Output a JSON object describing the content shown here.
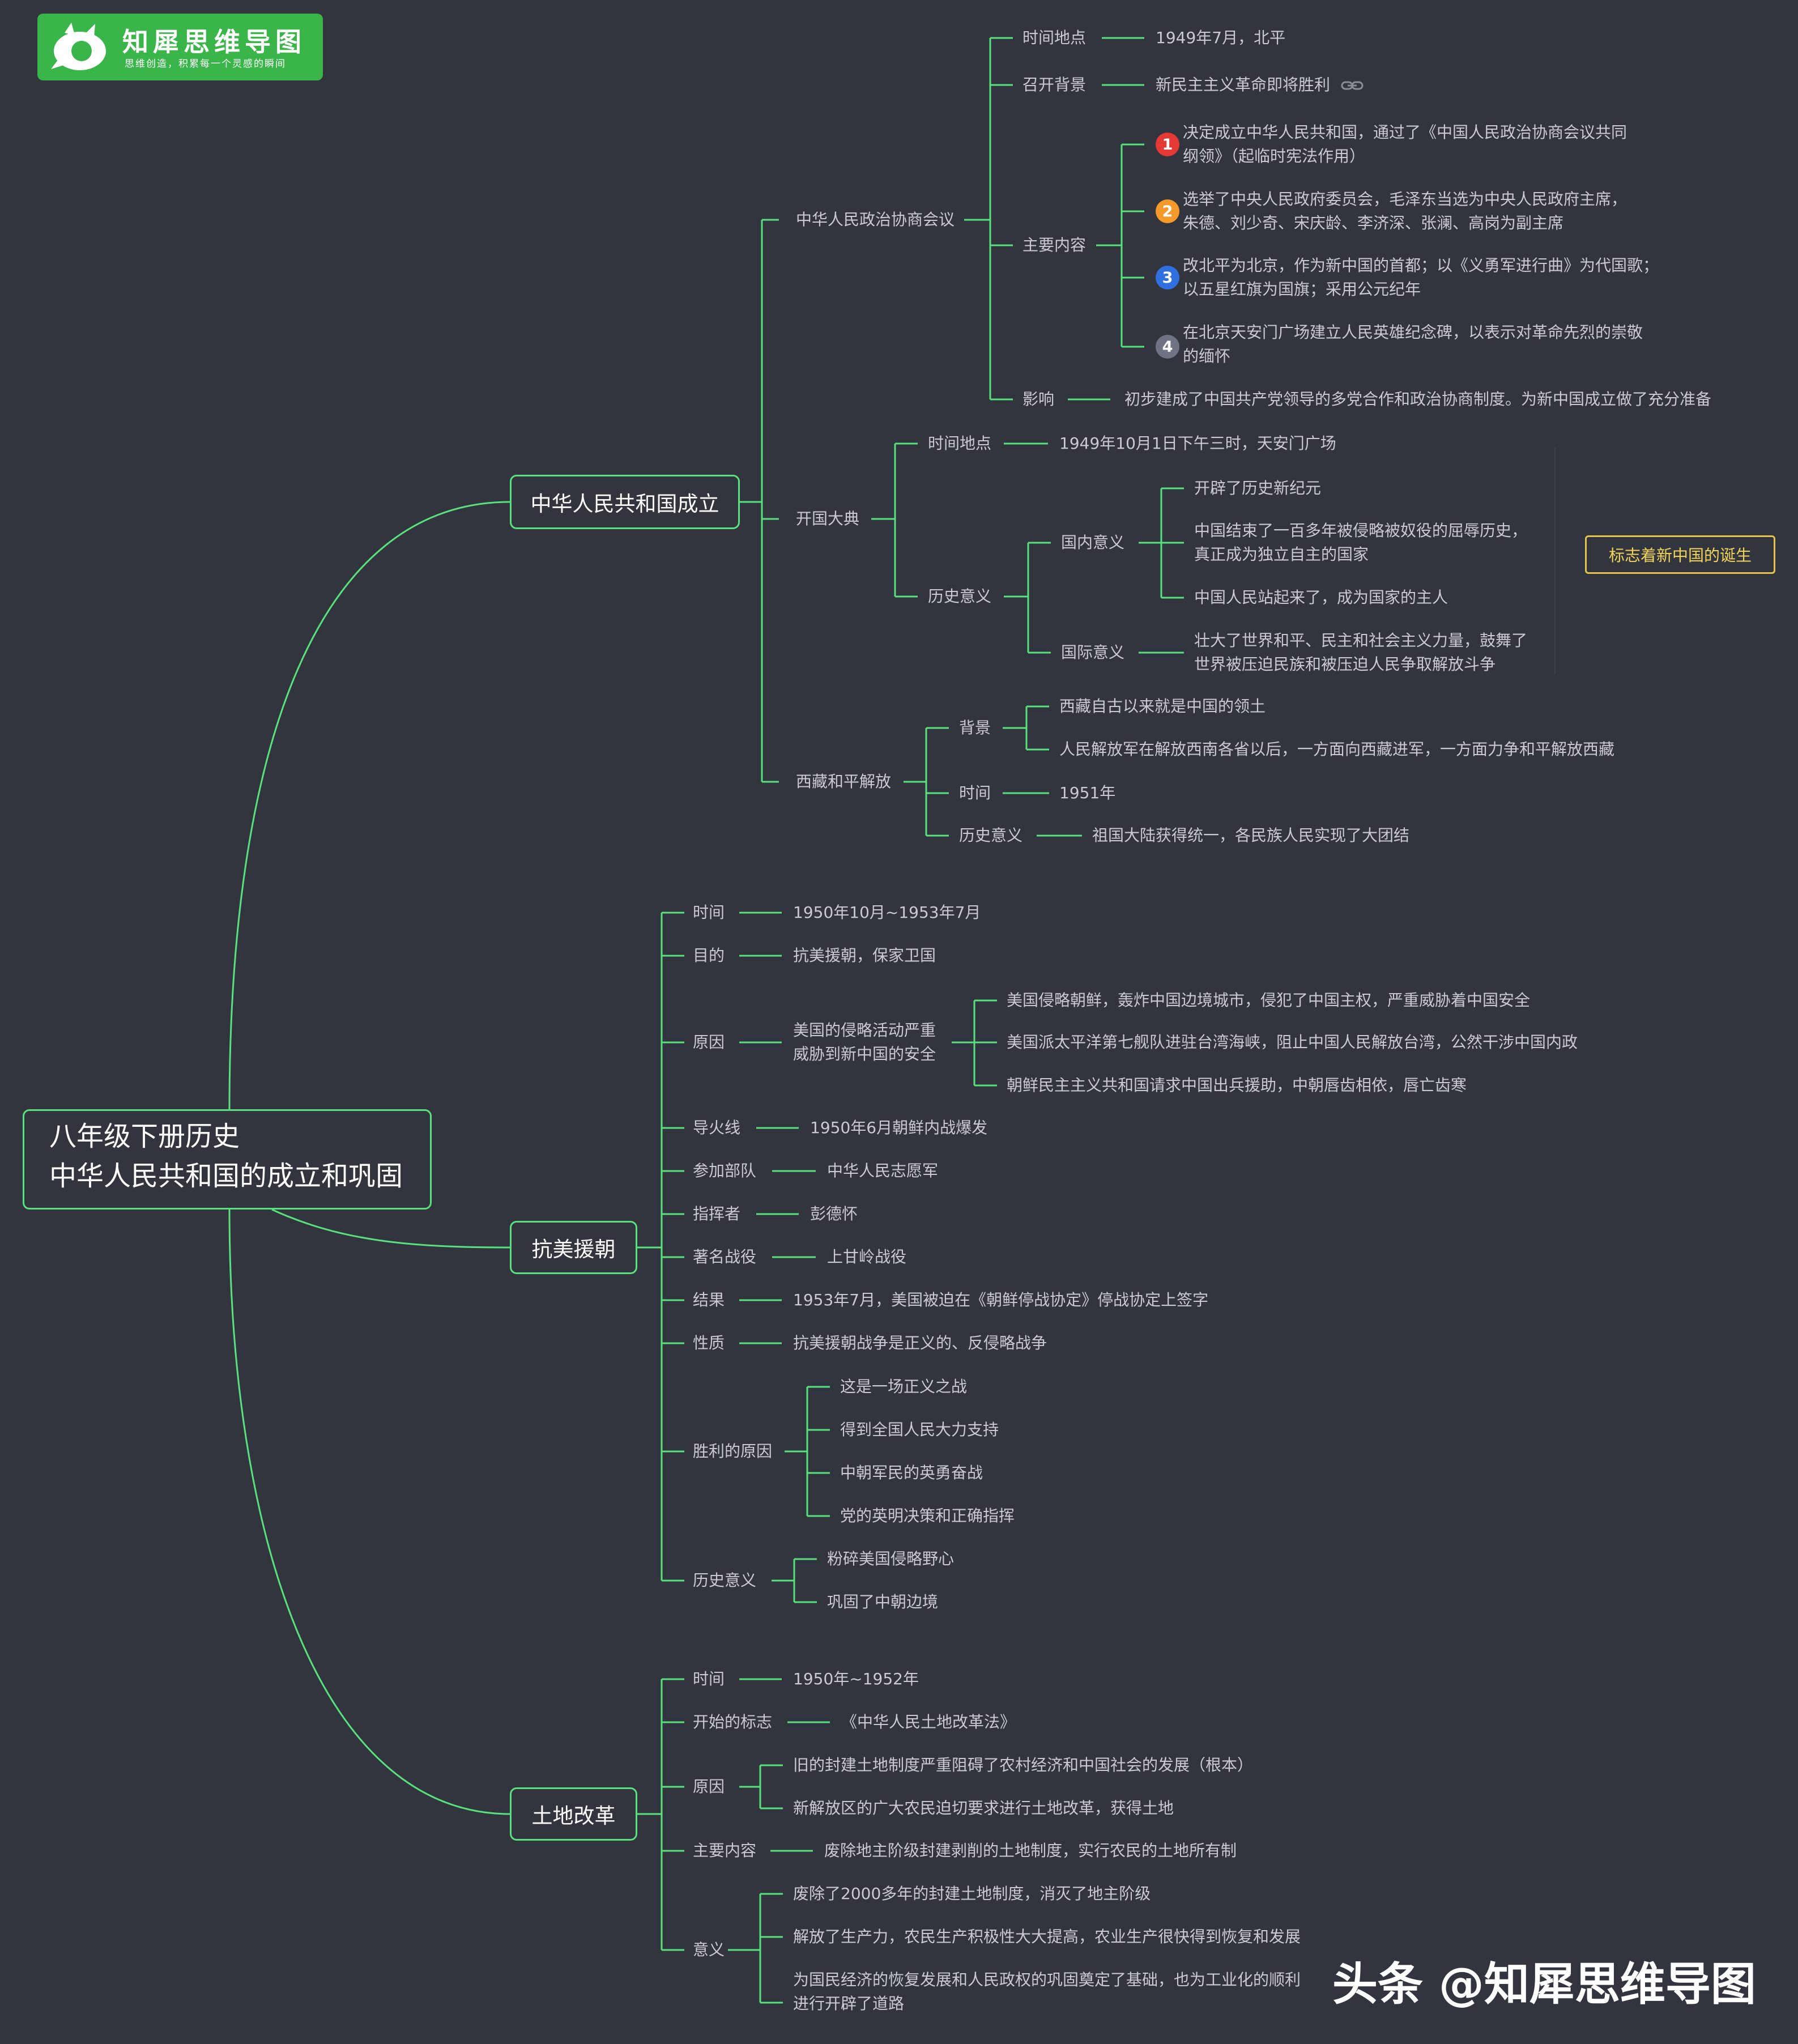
{
  "logo": {
    "title": "知犀思维导图",
    "subtitle": "思维创造，积累每一个灵感的瞬间"
  },
  "watermark": "头条 @知犀思维导图",
  "root": {
    "line1": "八年级下册历史",
    "line2": "中华人民共和国的成立和巩固"
  },
  "colors": {
    "background": "#33353e",
    "line": "#57e27d",
    "text": "#c9cbd1",
    "callout": "#e6c44a"
  },
  "branches": {
    "founding": {
      "title": "中华人民共和国成立",
      "cppcc": {
        "label": "中华人民政治协商会议",
        "time_label": "时间地点",
        "time_value": "1949年7月，北平",
        "bg_label": "召开背景",
        "bg_value": "新民主主义革命即将胜利",
        "content_label": "主要内容",
        "items": [
          {
            "n": "1",
            "l1": "决定成立中华人民共和国，通过了《中国人民政治协商会议共同",
            "l2": "纲领》（起临时宪法作用）"
          },
          {
            "n": "2",
            "l1": "选举了中央人民政府委员会，毛泽东当选为中央人民政府主席，",
            "l2": "朱德、刘少奇、宋庆龄、李济深、张澜、高岗为副主席"
          },
          {
            "n": "3",
            "l1": "改北平为北京，作为新中国的首都；以《义勇军进行曲》为代国歌；",
            "l2": "以五星红旗为国旗；采用公元纪年"
          },
          {
            "n": "4",
            "l1": "在北京天安门广场建立人民英雄纪念碑，以表示对革命先烈的崇敬",
            "l2": "的缅怀"
          }
        ],
        "impact_label": "影响",
        "impact_value": "初步建成了中国共产党领导的多党合作和政治协商制度。为新中国成立做了充分准备"
      },
      "ceremony": {
        "label": "开国大典",
        "time_label": "时间地点",
        "time_value": "1949年10月1日下午三时，天安门广场",
        "sig_label": "历史意义",
        "domestic_label": "国内意义",
        "domestic": [
          {
            "l1": "开辟了历史新纪元",
            "l2": ""
          },
          {
            "l1": "中国结束了一百多年被侵略被奴役的屈辱历史，",
            "l2": "真正成为独立自主的国家"
          },
          {
            "l1": "中国人民站起来了，成为国家的主人",
            "l2": ""
          }
        ],
        "intl_label": "国际意义",
        "intl_l1": "壮大了世界和平、民主和社会主义力量，鼓舞了",
        "intl_l2": "世界被压迫民族和被压迫人民争取解放斗争",
        "callout": "标志着新中国的诞生"
      },
      "tibet": {
        "label": "西藏和平解放",
        "bg_label": "背景",
        "bg": [
          "西藏自古以来就是中国的领土",
          "人民解放军在解放西南各省以后，一方面向西藏进军，一方面力争和平解放西藏"
        ],
        "time_label": "时间",
        "time_value": "1951年",
        "sig_label": "历史意义",
        "sig_value": "祖国大陆获得统一，各民族人民实现了大团结"
      }
    },
    "korea": {
      "title": "抗美援朝",
      "time_label": "时间",
      "time_value": "1950年10月~1953年7月",
      "goal_label": "目的",
      "goal_value": "抗美援朝，保家卫国",
      "cause_label": "原因",
      "cause_mid_l1": "美国的侵略活动严重",
      "cause_mid_l2": "威胁到新中国的安全",
      "causes": [
        "美国侵略朝鲜，轰炸中国边境城市，侵犯了中国主权，严重威胁着中国安全",
        "美国派太平洋第七舰队进驻台湾海峡，阻止中国人民解放台湾，公然干涉中国内政",
        "朝鲜民主主义共和国请求中国出兵援助，中朝唇齿相依，唇亡齿寒"
      ],
      "fuse_label": "导火线",
      "fuse_value": "1950年6月朝鲜内战爆发",
      "troops_label": "参加部队",
      "troops_value": "中华人民志愿军",
      "commander_label": "指挥者",
      "commander_value": "彭德怀",
      "battle_label": "著名战役",
      "battle_value": "上甘岭战役",
      "result_label": "结果",
      "result_value": "1953年7月，美国被迫在《朝鲜停战协定》停战协定上签字",
      "nature_label": "性质",
      "nature_value": "抗美援朝战争是正义的、反侵略战争",
      "victory_label": "胜利的原因",
      "victory": [
        "这是一场正义之战",
        "得到全国人民大力支持",
        "中朝军民的英勇奋战",
        "党的英明决策和正确指挥"
      ],
      "sig_label": "历史意义",
      "sig": [
        "粉碎美国侵略野心",
        "巩固了中朝边境"
      ]
    },
    "land": {
      "title": "土地改革",
      "time_label": "时间",
      "time_value": "1950年~1952年",
      "start_label": "开始的标志",
      "start_value": "《中华人民土地改革法》",
      "cause_label": "原因",
      "causes": [
        "旧的封建土地制度严重阻碍了农村经济和中国社会的发展（根本）",
        "新解放区的广大农民迫切要求进行土地改革，获得土地"
      ],
      "content_label": "主要内容",
      "content_value": "废除地主阶级封建剥削的土地制度，实行农民的土地所有制",
      "meaning_label": "意义",
      "meanings": [
        {
          "l1": "废除了2000多年的封建土地制度，消灭了地主阶级",
          "l2": ""
        },
        {
          "l1": "解放了生产力，农民生产积极性大大提高，农业生产很快得到恢复和发展",
          "l2": ""
        },
        {
          "l1": "为国民经济的恢复发展和人民政权的巩固奠定了基础，也为工业化的顺利",
          "l2": "进行开辟了道路"
        }
      ]
    }
  }
}
